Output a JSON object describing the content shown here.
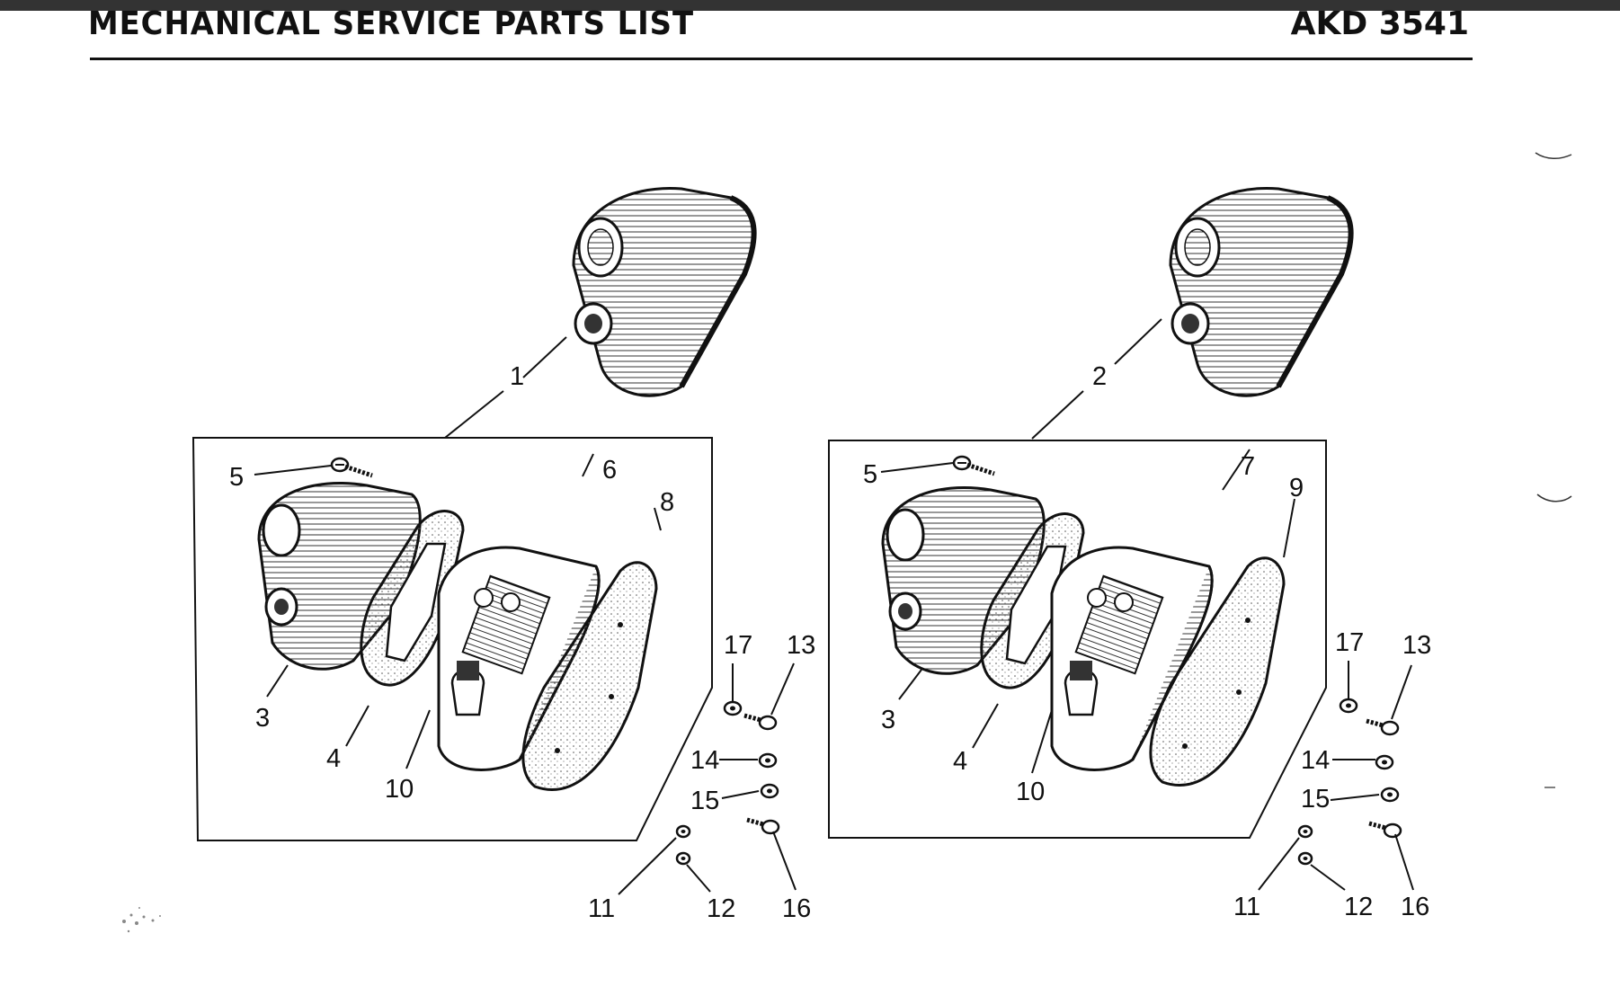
{
  "header": {
    "title": "MECHANICAL SERVICE PARTS LIST",
    "code": "AKD 3541"
  },
  "assemblies": [
    {
      "callouts": {
        "assembly": "1",
        "screw": "5",
        "lens": "3",
        "gasket": "4",
        "body": "6",
        "base_gasket": "8",
        "bulb": "10",
        "nut_a": "17",
        "stud_a": "13",
        "nut_b": "14",
        "nut_c": "15",
        "stud_b": "16",
        "washer_a": "11",
        "washer_b": "12"
      }
    },
    {
      "callouts": {
        "assembly": "2",
        "screw": "5",
        "lens": "3",
        "gasket": "4",
        "body": "7",
        "base_gasket": "9",
        "bulb": "10",
        "nut_a": "17",
        "stud_a": "13",
        "nut_b": "14",
        "nut_c": "15",
        "stud_b": "16",
        "washer_a": "11",
        "washer_b": "12"
      }
    }
  ]
}
